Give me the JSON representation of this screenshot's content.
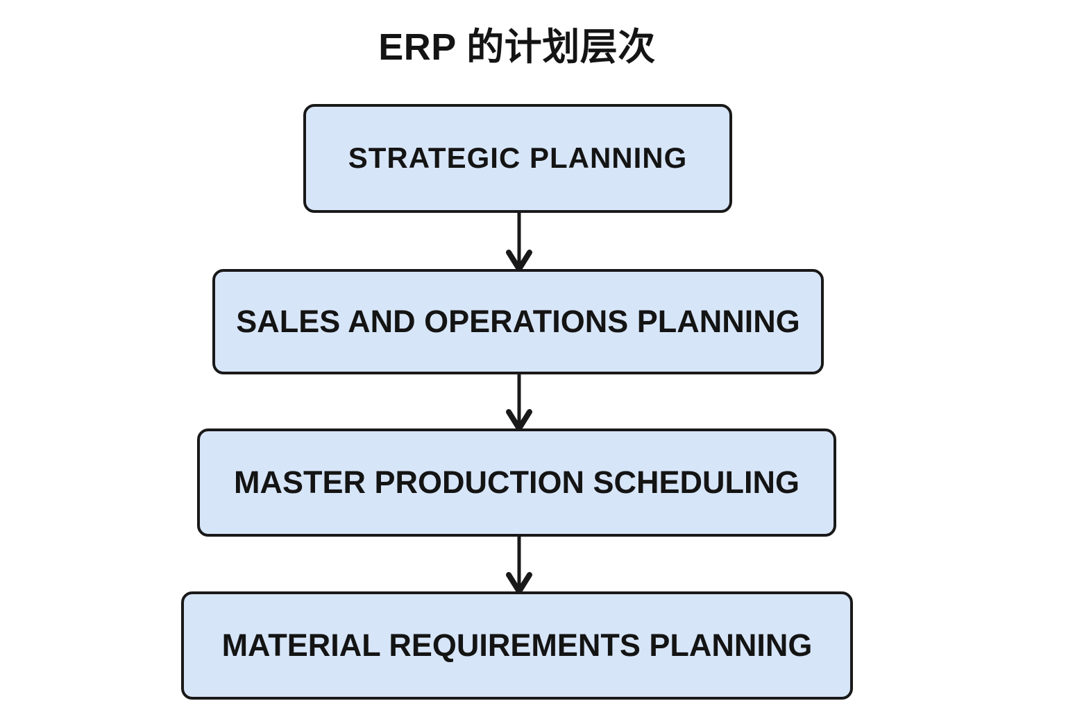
{
  "diagram": {
    "title": "ERP 的计划层次",
    "type": "flowchart-vertical",
    "background_color": "#ffffff",
    "node_fill_color": "#d7e5f8",
    "node_border_color": "#191919",
    "text_color": "#141414",
    "connector_color": "#191919",
    "nodes": [
      {
        "id": "strategic-planning",
        "level": 1,
        "label": "STRATEGIC  PLANNING"
      },
      {
        "id": "sales-and-operations-planning",
        "level": 2,
        "label": "SALES AND OPERATIONS PLANNING"
      },
      {
        "id": "master-production-scheduling",
        "level": 3,
        "label": "MASTER PRODUCTION SCHEDULING"
      },
      {
        "id": "material-requirements-planning",
        "level": 4,
        "label": "MATERIAL REQUIREMENTS PLANNING"
      }
    ],
    "connectors": [
      {
        "id": "arrow-1-2",
        "from": "strategic-planning",
        "to": "sales-and-operations-planning",
        "style": "arrow-down"
      },
      {
        "id": "arrow-2-3",
        "from": "sales-and-operations-planning",
        "to": "master-production-scheduling",
        "style": "arrow-down"
      },
      {
        "id": "arrow-3-4",
        "from": "master-production-scheduling",
        "to": "material-requirements-planning",
        "style": "arrow-down"
      }
    ]
  }
}
